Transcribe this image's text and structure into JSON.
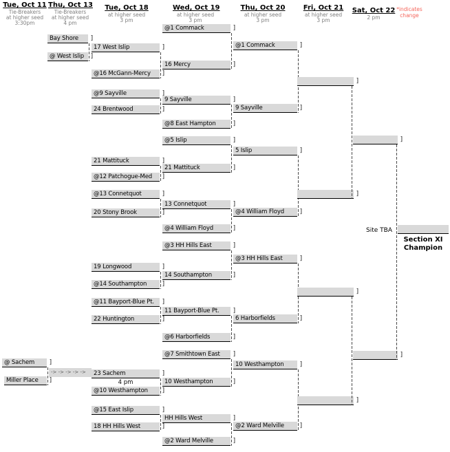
{
  "columns": [
    {
      "date": "Tue, Oct 11",
      "notes": [
        "Tie-Breakers",
        "at higher seed",
        "3:30pm"
      ]
    },
    {
      "date": "Thu, Oct 13",
      "notes": [
        "Tie-Breakers",
        "at higher seed",
        "4 pm"
      ]
    },
    {
      "date": "Tue, Oct 18",
      "notes": [
        "at higher seed",
        "3 pm"
      ]
    },
    {
      "date": "Wed, Oct 19",
      "notes": [
        "at higher seed",
        "3 pm"
      ]
    },
    {
      "date": "Thu, Oct 20",
      "notes": [
        "at higher seed",
        "3 pm"
      ]
    },
    {
      "date": "Fri, Oct 21",
      "notes": [
        "at higher seed",
        "3 pm"
      ]
    },
    {
      "date": "Sat, Oct 22",
      "notes": [
        "2 pm"
      ]
    }
  ],
  "legend": {
    "line1": "*indicates",
    "line2": "change"
  },
  "glyphs": {
    "tick": "]",
    "arrows": "-> -> -> -> ->"
  },
  "bracket": {
    "oct11": [
      "@ Sachem",
      "Miller Place"
    ],
    "oct13": [
      "Bay Shore",
      "@ West Islip"
    ],
    "oct18": [
      "17 West Islip",
      "@16 McGann-Mercy",
      "@9 Sayville",
      "24 Brentwood",
      "21 Mattituck",
      "@12 Patchogue-Med",
      "@13 Connetquot",
      "20 Stony Brook",
      "19 Longwood",
      "@14 Southampton",
      "@11 Bayport-Blue Pt.",
      "22 Huntington",
      "23 Sachem",
      "@10 Westhampton",
      "@15 East Islip",
      "18 HH Hills West"
    ],
    "oct18_note": "4 pm",
    "oct19": [
      "@1 Commack",
      "16 Mercy",
      "9 Sayville",
      "@8 East Hampton",
      "@5 Islip",
      "21 Mattituck",
      "13 Connetquot",
      "@4 William Floyd",
      "@3 HH Hills East",
      "14 Southampton",
      "11 Bayport-Blue Pt.",
      "@6 Harborfields",
      "@7 Smithtown East",
      "10 Westhampton",
      "HH Hills West",
      "@2 Ward Melville"
    ],
    "oct20": [
      "@1 Commack",
      "9 Sayville",
      "5 Islip",
      "@4 William Floyd",
      "@3 HH Hills East",
      "6 Harborfields",
      "10 Westhampton",
      "@2 Ward Melville"
    ]
  },
  "final": {
    "site": "Site TBA",
    "champion_line1": "Section XI",
    "champion_line2": "Champion"
  },
  "colors": {
    "slot_gray": "#d9d9d9",
    "legend_red": "#f5655b",
    "line": "#4a4a4a",
    "note_gray": "#7f7f7f"
  }
}
